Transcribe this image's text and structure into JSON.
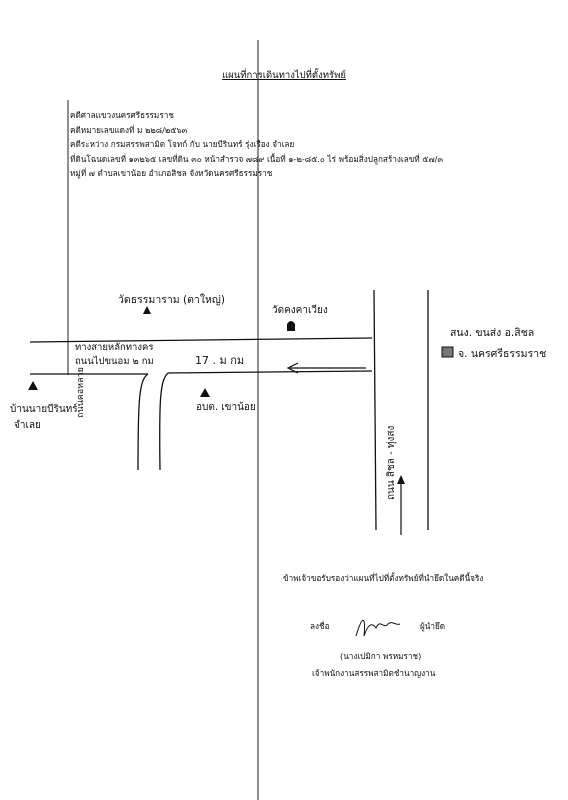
{
  "document": {
    "title": "แผนที่การเดินทางไปที่ตั้งทรัพย์",
    "info_lines": [
      "คดีศาลแขวงนครศรีธรรมราช",
      "คดีหมายเลขแดงที่ ม ๒๒๘/๒๕๖๓",
      "คดีระหว่าง กรมสรรพสามิต โจทก์ กับ นายบีรินทร์ รุ่งเรือง จำเลย",
      "ที่ดินโฉนดเลขที่ ๑๓๒๖๕ เลขที่ดิน ๓๐ หน้าสำรวจ ๗๘๙ เนื้อที่ ๑-๒-๘๕.๐ ไร่ พร้อมสิ่งปลูกสร้างเลขที่ ๕๗/๓",
      "หมู่ที่ ๗ ตำบลเขาน้อย อำเภอสิชล จังหวัดนครศรีธรรมราช"
    ]
  },
  "map": {
    "labels": {
      "school": "วัดธรรมาราม (ตาใหญ่)",
      "temple": "วัดคงคาเวียง",
      "office_top": "สนง. ขนส่ง อ.สิชล",
      "office_bottom": "จ. นครศรีธรรมราช",
      "road_left_1": "ทางสายหลักทางคร",
      "road_left_2": "ถนนไปขนอม ๒ กม",
      "road_km": "17 . ม กม",
      "house_1": "บ้านนายบีรินทร์",
      "house_2": "จำเลย",
      "side_road": "ถนนคอหลาย",
      "tambon": "อบต. เขาน้อย",
      "vertical_road": "ถนน สิชล - ทุ่งสง"
    }
  },
  "footer": {
    "statement": "ข้าพเจ้าขอรับรองว่าแผนที่ไปที่ตั้งทรัพย์ที่นำยึดในคดีนี้จริง",
    "sign_label": "ลงชื่อ",
    "signer_role": "ผู้นำยึด",
    "signer_name": "(นางเปมิกา  พรหมราช)",
    "signer_position": "เจ้าพนักงานสรรพสามิตชำนาญงาน"
  }
}
